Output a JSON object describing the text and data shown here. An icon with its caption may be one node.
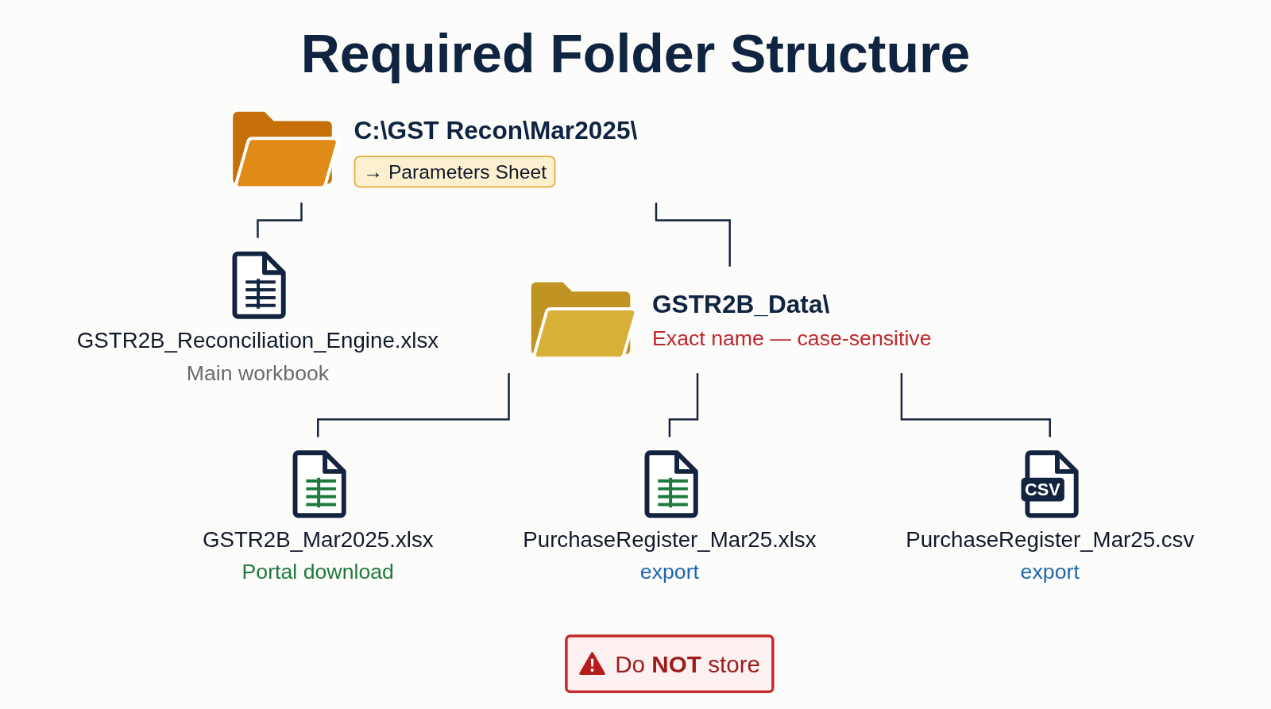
{
  "diagram": {
    "title": "Required Folder Structure",
    "nodes": [
      {
        "text": [
          "C:\\GST Recon\\Mar2025\\",
          "→ Parameters Sheet"
        ]
      },
      {
        "text": [
          "GSTR2B_Reconciliation_Engine.xlsx",
          "Main workbook"
        ]
      },
      {
        "text": [
          "GSTR2B_Data\\",
          "Exact name — case-sensitive"
        ]
      },
      {
        "text": [
          "GSTR2B_Mar2025.xlsx",
          "Portal download"
        ]
      },
      {
        "text": [
          "PurchaseRegister_Mar25.xlsx",
          "export"
        ]
      },
      {
        "text": [
          "CSV",
          "PurchaseRegister_Mar25.csv",
          "export"
        ]
      },
      {
        "text": [
          "Do **NOT** store"
        ]
      }
    ],
    "edges": [
      {
        "from": 0,
        "to": 1,
        "arrow": "none"
      },
      {
        "from": 0,
        "to": 2,
        "arrow": "none"
      },
      {
        "from": 2,
        "to": 3,
        "arrow": "none"
      },
      {
        "from": 2,
        "to": 4,
        "arrow": "none"
      },
      {
        "from": 2,
        "to": 5,
        "arrow": "none"
      }
    ]
  }
}
